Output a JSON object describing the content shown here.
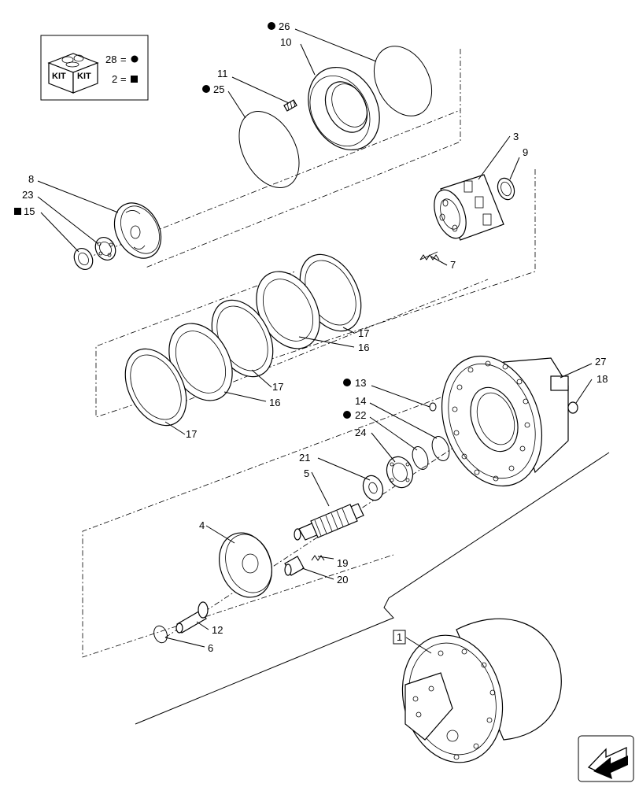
{
  "kit_legend": {
    "logo_left": "KIT",
    "logo_right": "KIT",
    "row1_number": "28",
    "row1_eq": "=",
    "row1_symbol": "circle",
    "row2_number": "2",
    "row2_eq": "=",
    "row2_symbol": "square"
  },
  "callouts": {
    "c26": "26",
    "c10": "10",
    "c11": "11",
    "c25": "25",
    "c3": "3",
    "c9": "9",
    "c8": "8",
    "c23": "23",
    "c15": "15",
    "c7": "7",
    "c17a": "17",
    "c16a": "16",
    "c17b": "17",
    "c16b": "16",
    "c17c": "17",
    "c27": "27",
    "c18": "18",
    "c13": "13",
    "c14": "14",
    "c22": "22",
    "c24": "24",
    "c21": "21",
    "c5": "5",
    "c4": "4",
    "c19": "19",
    "c20": "20",
    "c12": "12",
    "c6": "6",
    "c1": "1"
  },
  "nav": {
    "icon": "arrow-left-down-icon"
  }
}
